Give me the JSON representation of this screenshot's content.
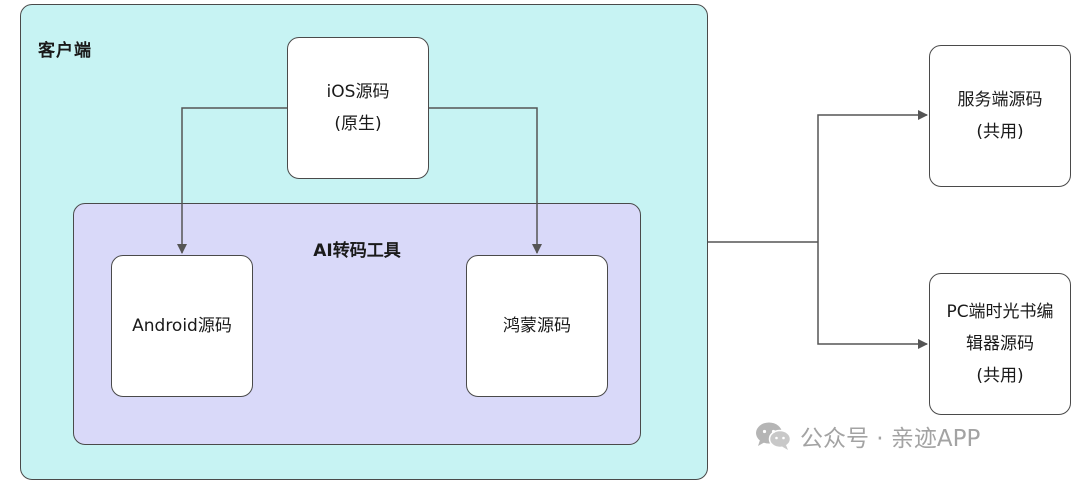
{
  "client": {
    "label": "客户端"
  },
  "ios": {
    "line1": "iOS源码",
    "line2": "(原生)"
  },
  "ai_tool": {
    "label": "AI转码工具"
  },
  "android": {
    "line1": "Android源码"
  },
  "harmony": {
    "line1": "鸿蒙源码"
  },
  "server": {
    "line1": "服务端源码",
    "line2": "(共用)"
  },
  "pc": {
    "line1": "PC端时光书编",
    "line2": "辑器源码",
    "line3": "(共用)"
  },
  "watermark": {
    "text": "公众号 · 亲迹APP",
    "icon": "wechat-icon"
  },
  "colors": {
    "client_fill": "#c7f3f3",
    "ai_fill": "#d9d9f9",
    "node_fill": "#ffffff",
    "stroke": "#4a4a4a",
    "watermark": "#a3a3a3"
  }
}
